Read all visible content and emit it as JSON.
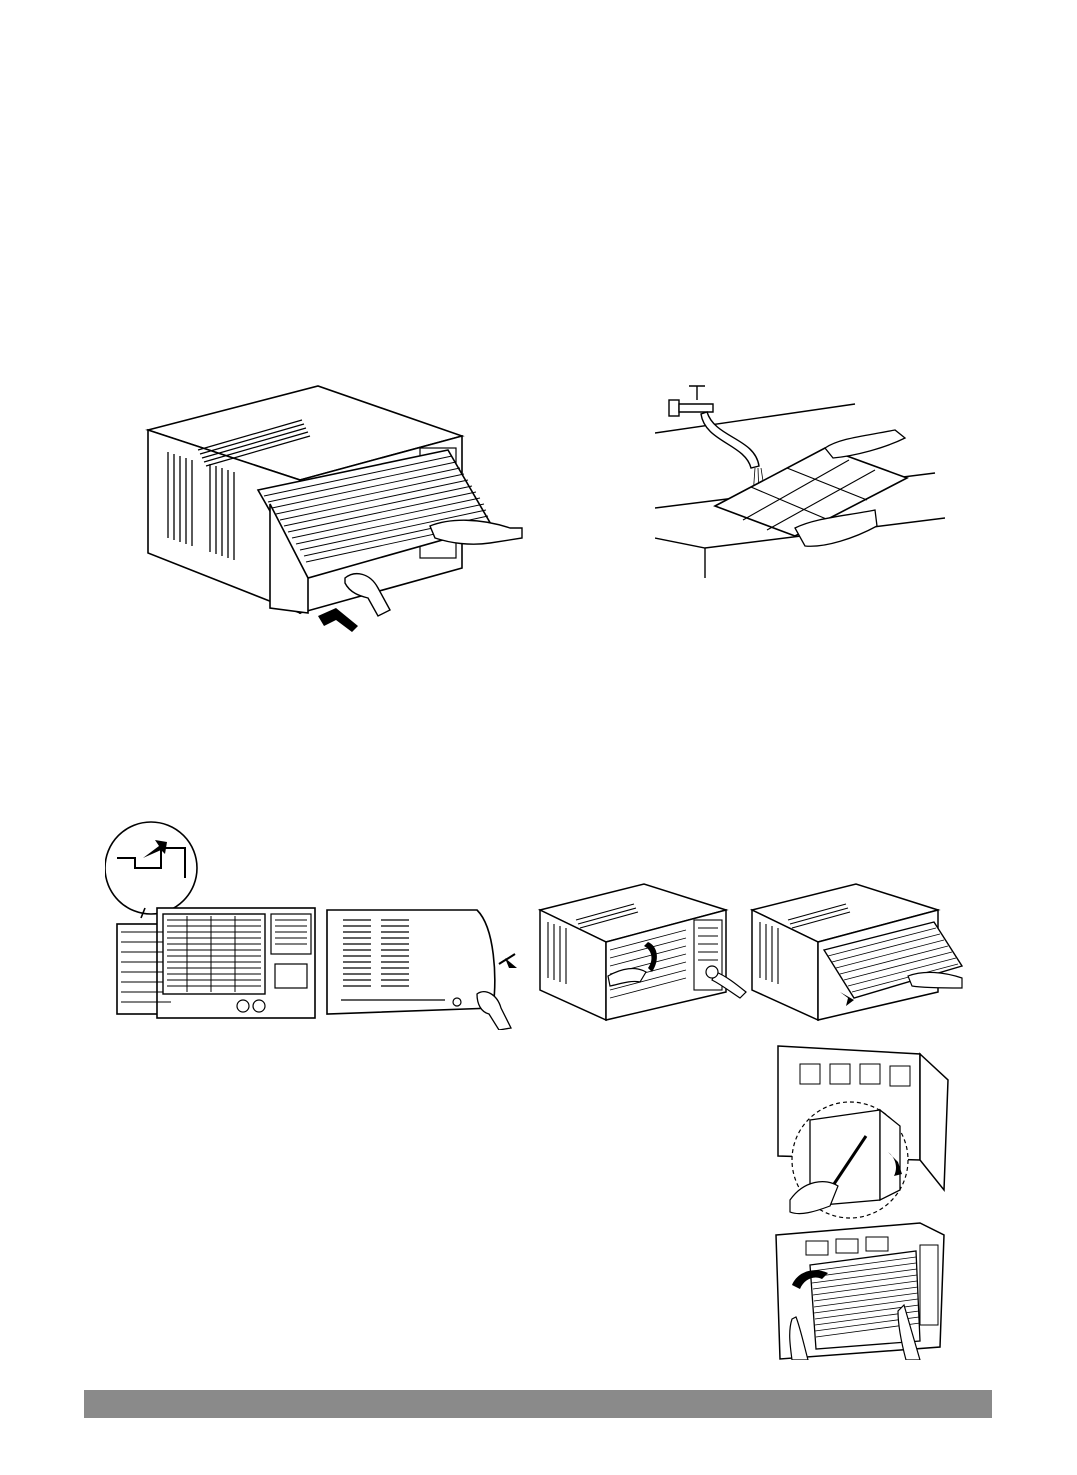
{
  "colors": {
    "line": "#000000",
    "paper": "#ffffff",
    "footer_bar": "#8a8a8a"
  },
  "figures": [
    {
      "id": "remove-filter",
      "icon": "air-conditioner-filter-removal-illustration"
    },
    {
      "id": "wash-filter",
      "icon": "filter-washing-under-tap-illustration"
    },
    {
      "id": "remove-cabinet",
      "icon": "cabinet-removal-illustration"
    },
    {
      "id": "open-front-grille",
      "icon": "front-grille-opening-illustration"
    },
    {
      "id": "slide-filter",
      "icon": "filter-slide-out-illustration"
    },
    {
      "id": "lift-grille-tab",
      "icon": "grille-tab-release-illustration"
    },
    {
      "id": "attach-grille",
      "icon": "grille-attach-illustration"
    }
  ]
}
